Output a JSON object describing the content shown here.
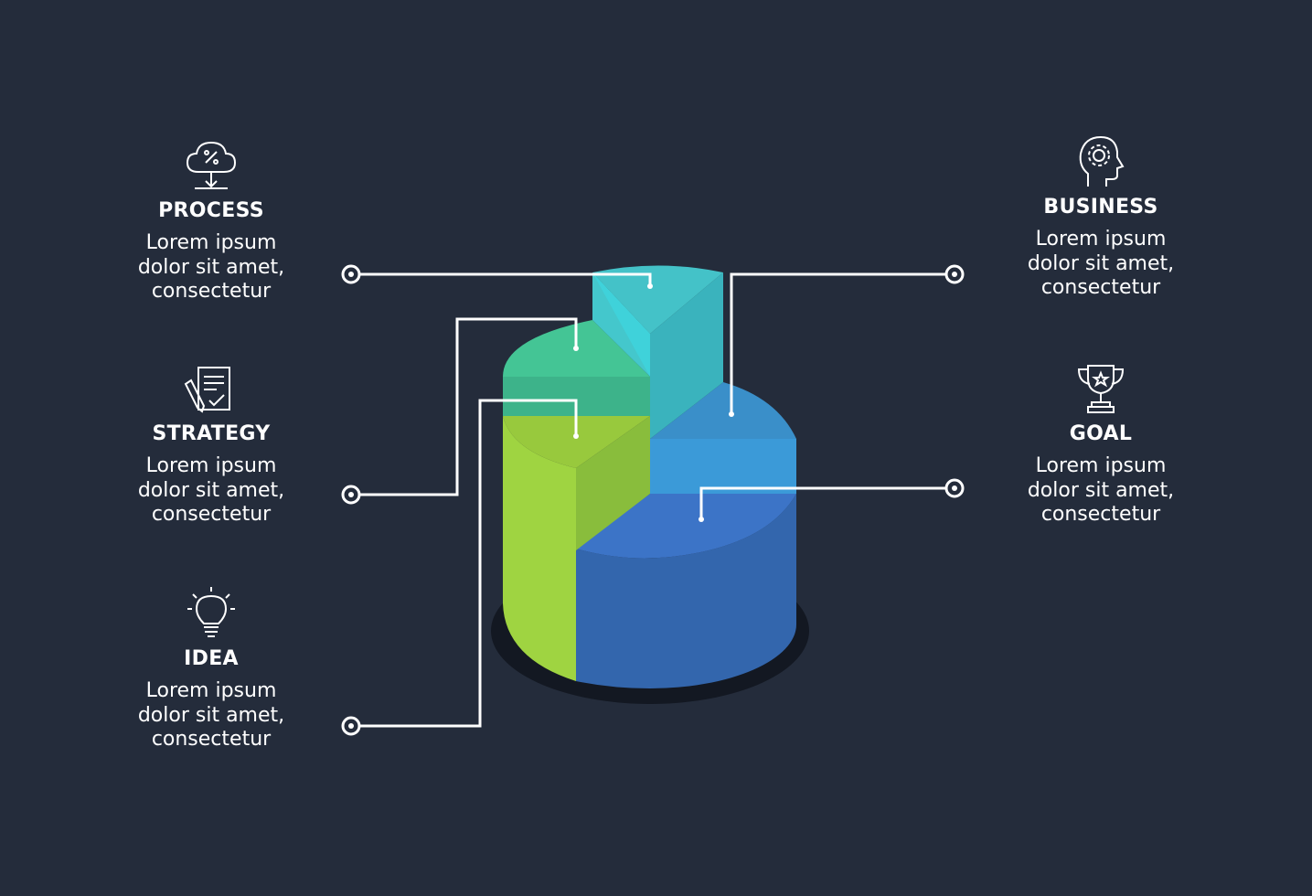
{
  "colors": {
    "background": "#242c3b",
    "process_segment": "#3fc8c9",
    "strategy_segment": "#43bf8f",
    "idea_segment": "#9bd13f",
    "business_segment": "#3d9cd6",
    "goal_segment": "#3a73c6",
    "connector": "#ffffff"
  },
  "labels": {
    "process": {
      "title": "PROCESS",
      "desc": "Lorem ipsum dolor sit amet, consectetur",
      "icon": "cloud-percent-icon"
    },
    "strategy": {
      "title": "STRATEGY",
      "desc": "Lorem ipsum dolor sit amet, consectetur",
      "icon": "checklist-pencil-icon"
    },
    "idea": {
      "title": "IDEA",
      "desc": "Lorem ipsum dolor sit amet, consectetur",
      "icon": "lightbulb-icon"
    },
    "business": {
      "title": "BUSINESS",
      "desc": "Lorem ipsum dolor sit amet, consectetur",
      "icon": "head-gear-icon"
    },
    "goal": {
      "title": "GOAL",
      "desc": "Lorem ipsum dolor sit amet, consectetur",
      "icon": "trophy-icon"
    }
  }
}
